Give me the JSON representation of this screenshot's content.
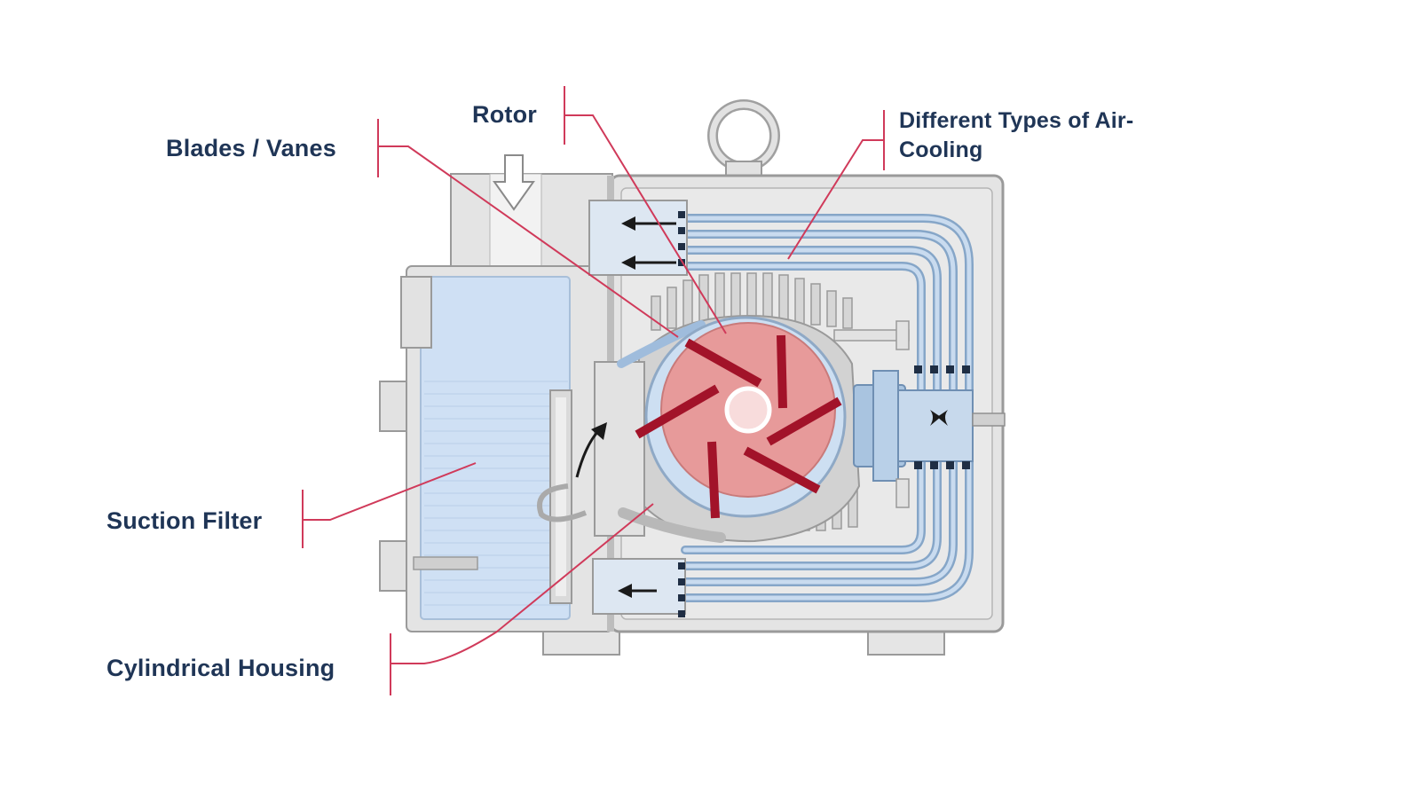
{
  "labels": {
    "rotor": "Rotor",
    "blades": "Blades / Vanes",
    "cooling": "Different Types of Air-Cooling",
    "filter": "Suction Filter",
    "housing": "Cylindrical Housing"
  },
  "colors": {
    "label_text": "#1f3556",
    "leader_line": "#d03a5a",
    "housing_fill": "#e3e3e3",
    "housing_stroke": "#9a9a9a",
    "cooling_tube": "#8fb3d9",
    "filter_fill": "#c9dcf3",
    "rotor_fill": "#e79a9a",
    "vane": "#a21329",
    "stator_fill": "#cddff2"
  },
  "icons": [
    "intake-arrow-icon",
    "lifting-eye-icon",
    "air-flow-arrow-icon",
    "coupling-icon"
  ]
}
